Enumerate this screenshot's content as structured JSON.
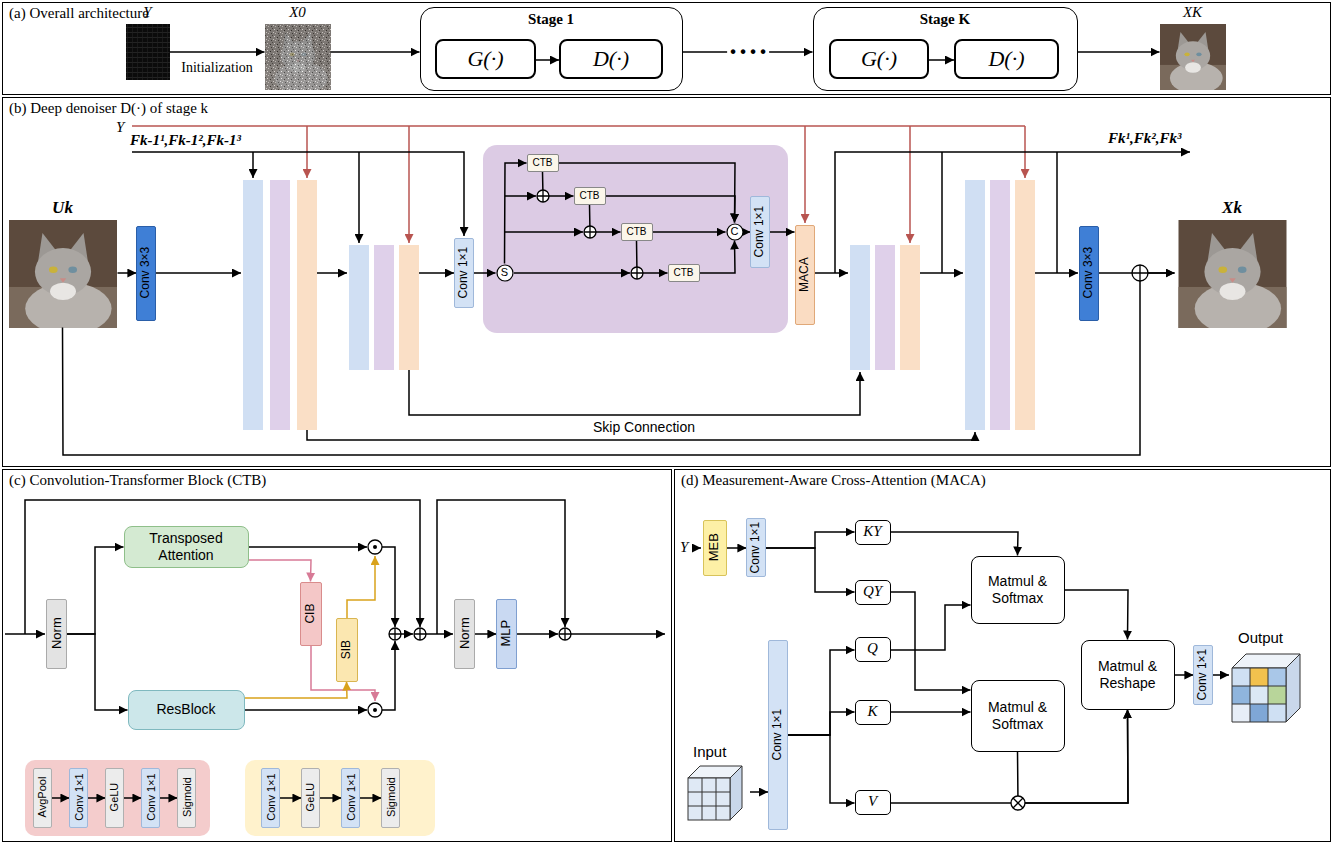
{
  "diagram": {
    "nodes": [
      {
        "text": [
          "(a) Overall architecture"
        ]
      },
      {
        "text": [
          "Y"
        ],
        "in": 0
      },
      {
        "text": [
          "X0"
        ],
        "in": 0
      },
      {
        "text": [
          "Stage 1"
        ],
        "in": 0
      },
      {
        "text": [
          "G(·)"
        ],
        "in": 3
      },
      {
        "text": [
          "D(·)"
        ],
        "in": 3
      },
      {
        "text": [
          "Stage K"
        ],
        "in": 0
      },
      {
        "text": [
          "G(·)"
        ],
        "in": 6
      },
      {
        "text": [
          "D(·)"
        ],
        "in": 6
      },
      {
        "text": [
          "XK"
        ],
        "in": 0
      },
      {
        "text": [
          "(b) Deep denoiser D(·) of stage k"
        ]
      },
      {
        "text": [
          "Uk"
        ],
        "in": 10
      },
      {
        "text": [
          "Conv 3×3"
        ],
        "in": 10
      },
      {
        "text": [
          "Conv 1×1"
        ],
        "in": 10
      },
      {
        "text": [
          "S"
        ],
        "in": 10
      },
      {
        "text": [
          "CTB"
        ],
        "in": 10
      },
      {
        "text": [
          "CTB"
        ],
        "in": 10
      },
      {
        "text": [
          "CTB"
        ],
        "in": 10
      },
      {
        "text": [
          "CTB"
        ],
        "in": 10
      },
      {
        "text": [
          "C"
        ],
        "in": 10
      },
      {
        "text": [
          "Conv 1×1"
        ],
        "in": 10
      },
      {
        "text": [
          "MACA"
        ],
        "in": 10
      },
      {
        "text": [
          "Conv 3×3"
        ],
        "in": 10
      },
      {
        "text": [
          "Xk"
        ],
        "in": 10
      },
      {
        "text": [
          "(c) Convolution-Transformer Block (CTB)"
        ]
      },
      {
        "text": [
          "Norm"
        ],
        "in": 24
      },
      {
        "text": [
          "Transposed Attention"
        ],
        "in": 24
      },
      {
        "text": [
          "ResBlock"
        ],
        "in": 24
      },
      {
        "text": [
          "CIB"
        ],
        "in": 24
      },
      {
        "text": [
          "SIB"
        ],
        "in": 24
      },
      {
        "text": [
          "Norm"
        ],
        "in": 24
      },
      {
        "text": [
          "MLP"
        ],
        "in": 24
      },
      {
        "text": [
          "AvgPool"
        ],
        "in": 24
      },
      {
        "text": [
          "Conv 1×1"
        ],
        "in": 24
      },
      {
        "text": [
          "GeLU"
        ],
        "in": 24
      },
      {
        "text": [
          "Conv 1×1"
        ],
        "in": 24
      },
      {
        "text": [
          "Sigmoid"
        ],
        "in": 24
      },
      {
        "text": [
          "Conv 1×1"
        ],
        "in": 24
      },
      {
        "text": [
          "GeLU"
        ],
        "in": 24
      },
      {
        "text": [
          "Conv 1×1"
        ],
        "in": 24
      },
      {
        "text": [
          "Sigmoid"
        ],
        "in": 24
      },
      {
        "text": [
          "(d) Measurement-Aware Cross-Attention (MACA)"
        ]
      },
      {
        "text": [
          "MEB"
        ],
        "in": 41
      },
      {
        "text": [
          "Conv 1×1"
        ],
        "in": 41
      },
      {
        "text": [
          "KY"
        ],
        "in": 41
      },
      {
        "text": [
          "QY"
        ],
        "in": 41
      },
      {
        "text": [
          "Matmul & Softmax"
        ],
        "in": 41
      },
      {
        "text": [
          "Q"
        ],
        "in": 41
      },
      {
        "text": [
          "K"
        ],
        "in": 41
      },
      {
        "text": [
          "V"
        ],
        "in": 41
      },
      {
        "text": [
          "Matmul & Softmax"
        ],
        "in": 41
      },
      {
        "text": [
          "Matmul & Reshape"
        ],
        "in": 41
      },
      {
        "text": [
          "Conv 1×1"
        ],
        "in": 41
      },
      {
        "text": [
          "Conv 1×1"
        ],
        "in": 41
      }
    ],
    "edges": [
      {
        "from": 1,
        "to": 2,
        "arrow": "to",
        "label": "Initialization"
      },
      {
        "from": 2,
        "to": 3,
        "arrow": "to"
      },
      {
        "from": 4,
        "to": 5,
        "arrow": "to"
      },
      {
        "from": 3,
        "to": 6,
        "arrow": "to",
        "label": "• • • •"
      },
      {
        "from": 7,
        "to": 8,
        "arrow": "to"
      },
      {
        "from": 6,
        "to": 9,
        "arrow": "to"
      },
      {
        "from": 11,
        "to": 12,
        "arrow": "to"
      },
      {
        "from": 13,
        "to": 14,
        "arrow": "to"
      },
      {
        "from": 14,
        "to": 15,
        "arrow": "to"
      },
      {
        "from": 15,
        "to": 16,
        "arrow": "to"
      },
      {
        "from": 16,
        "to": 17,
        "arrow": "to"
      },
      {
        "from": 17,
        "to": 18,
        "arrow": "to"
      },
      {
        "from": 15,
        "to": 19,
        "arrow": "to"
      },
      {
        "from": 16,
        "to": 19,
        "arrow": "to"
      },
      {
        "from": 17,
        "to": 19,
        "arrow": "to"
      },
      {
        "from": 18,
        "to": 19,
        "arrow": "to"
      },
      {
        "from": 19,
        "to": 20,
        "arrow": "to"
      },
      {
        "from": 20,
        "to": 21,
        "arrow": "to"
      },
      {
        "from": 22,
        "to": 23,
        "arrow": "to"
      },
      {
        "from": 11,
        "to": 23,
        "arrow": "to"
      },
      {
        "from": 25,
        "to": 26,
        "arrow": "to"
      },
      {
        "from": 25,
        "to": 27,
        "arrow": "to"
      },
      {
        "from": 26,
        "to": 28,
        "arrow": "to"
      },
      {
        "from": 27,
        "to": 29,
        "arrow": "to"
      },
      {
        "from": 30,
        "to": 31,
        "arrow": "to"
      },
      {
        "from": 32,
        "to": 33,
        "arrow": "to"
      },
      {
        "from": 33,
        "to": 34,
        "arrow": "to"
      },
      {
        "from": 34,
        "to": 35,
        "arrow": "to"
      },
      {
        "from": 35,
        "to": 36,
        "arrow": "to"
      },
      {
        "from": 37,
        "to": 38,
        "arrow": "to"
      },
      {
        "from": 38,
        "to": 39,
        "arrow": "to"
      },
      {
        "from": 39,
        "to": 40,
        "arrow": "to"
      },
      {
        "from": 42,
        "to": 43,
        "arrow": "to"
      },
      {
        "from": 43,
        "to": 44,
        "arrow": "to"
      },
      {
        "from": 43,
        "to": 45,
        "arrow": "to"
      },
      {
        "from": 44,
        "to": 46,
        "arrow": "to"
      },
      {
        "from": 47,
        "to": 46,
        "arrow": "to"
      },
      {
        "from": 45,
        "to": 50,
        "arrow": "to"
      },
      {
        "from": 48,
        "to": 50,
        "arrow": "to"
      },
      {
        "from": 50,
        "to": 51,
        "arrow": "to"
      },
      {
        "from": 49,
        "to": 51,
        "arrow": "to"
      },
      {
        "from": 46,
        "to": 51,
        "arrow": "to"
      },
      {
        "from": 51,
        "to": 52,
        "arrow": "to"
      },
      {
        "from": 53,
        "to": 47,
        "arrow": "to"
      },
      {
        "from": 53,
        "to": 48,
        "arrow": "to"
      },
      {
        "from": 53,
        "to": 49,
        "arrow": "to"
      }
    ],
    "labels": [
      "Y",
      "Fk-1¹,Fk-1²,Fk-1³",
      "Fk¹,Fk²,Fk³",
      "Skip Connection",
      "Y",
      "Input",
      "Output"
    ]
  }
}
